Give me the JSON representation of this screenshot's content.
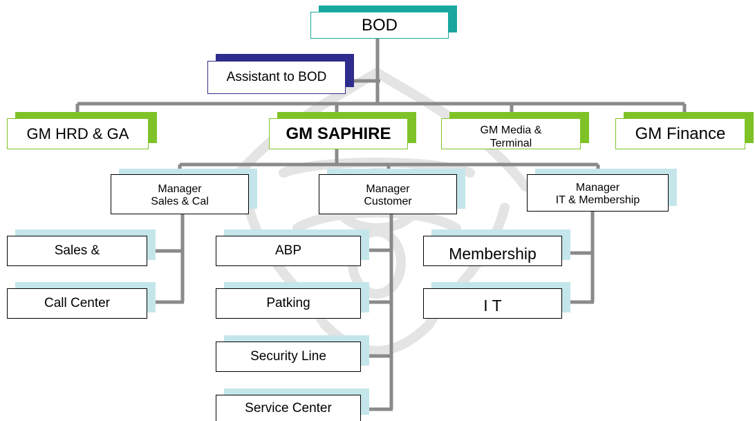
{
  "colors": {
    "teal": "#18a79d",
    "navy": "#2e2c8c",
    "green": "#7ec228",
    "light_teal": "#c4e6ea",
    "connector": "#8a8a8a",
    "watermark": "#e4e4e4"
  },
  "nodes": {
    "bod": "BOD",
    "assistant": "Assistant to BOD",
    "gm_hrd": "GM HRD & GA",
    "gm_saphire": "GM SAPHIRE",
    "gm_media": "GM Media &\nTerminal",
    "gm_finance": "GM Finance",
    "mgr_sales": "Manager\nSales & Cal",
    "mgr_customer": "Manager\nCustomer",
    "mgr_it": "Manager\nIT & Membership",
    "sales": "Sales &",
    "call_center": "Call Center",
    "abp": "ABP",
    "patking": "Patking",
    "security_line": "Security Line",
    "service_center": "Service Center",
    "membership": "Membership",
    "it": "I T"
  },
  "watermark": "decorative-emblem-watermark"
}
